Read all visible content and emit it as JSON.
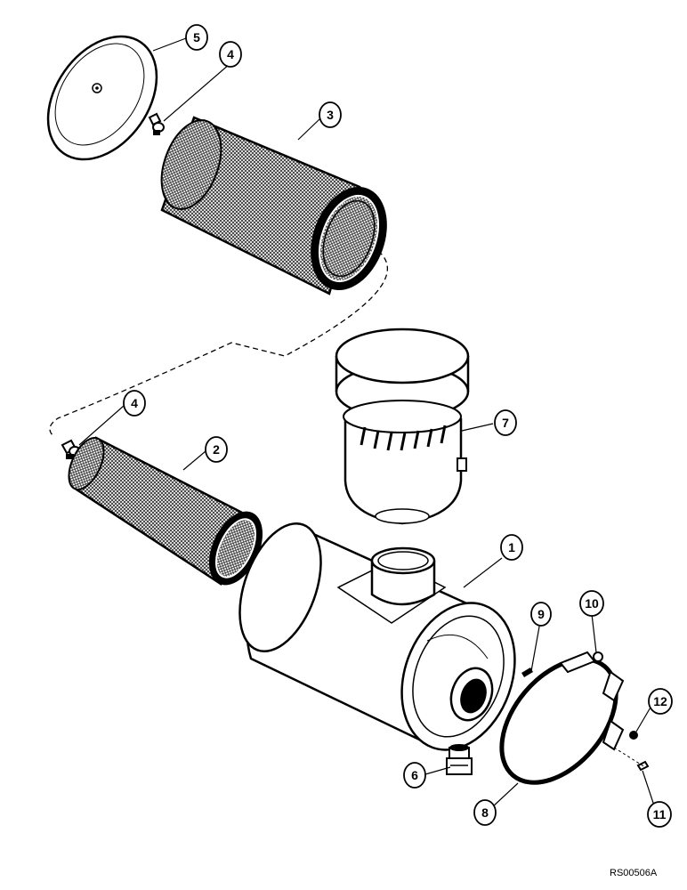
{
  "reference_code": "RS00506A",
  "callouts": [
    {
      "id": "item-1",
      "label": "1"
    },
    {
      "id": "item-2",
      "label": "2"
    },
    {
      "id": "item-3",
      "label": "3"
    },
    {
      "id": "item-4a",
      "label": "4"
    },
    {
      "id": "item-4b",
      "label": "4"
    },
    {
      "id": "item-5",
      "label": "5"
    },
    {
      "id": "item-6",
      "label": "6"
    },
    {
      "id": "item-7",
      "label": "7"
    },
    {
      "id": "item-8",
      "label": "8"
    },
    {
      "id": "item-9",
      "label": "9"
    },
    {
      "id": "item-10",
      "label": "10"
    },
    {
      "id": "item-11",
      "label": "11"
    },
    {
      "id": "item-12",
      "label": "12"
    }
  ]
}
